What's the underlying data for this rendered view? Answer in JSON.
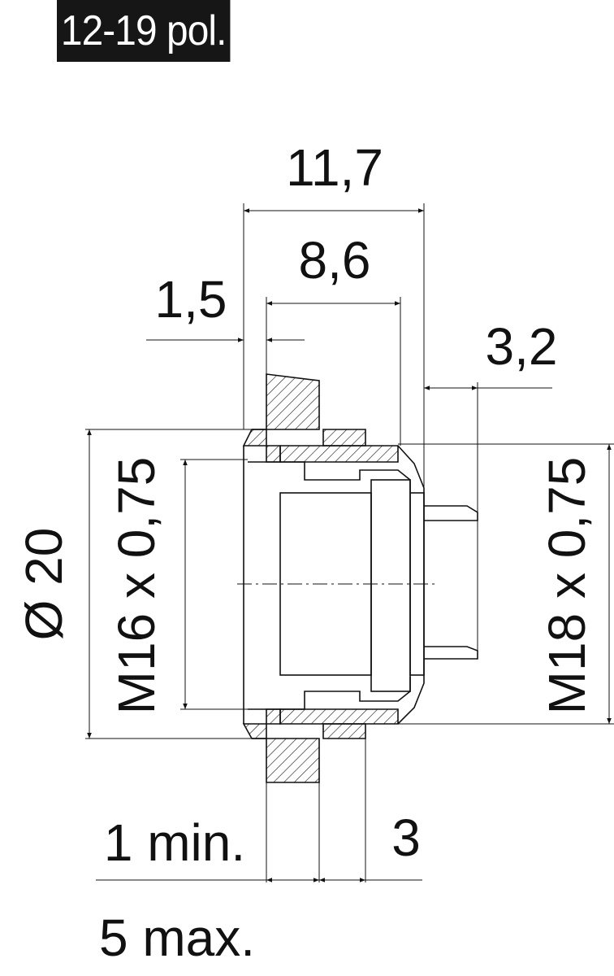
{
  "header": {
    "pole_range": "12-19 pol."
  },
  "dimensions": {
    "width_overall": "11,7",
    "width_inner": "8,6",
    "flange": "1,5",
    "pin_length": "3,2",
    "diameter": "Ø 20",
    "thread_front": "M16 x 0,75",
    "thread_rear": "M18 x 0,75",
    "panel_min": "1 min.",
    "nut": "3",
    "panel_max": "5 max."
  },
  "colors": {
    "ink": "#111111",
    "badge_bg": "#161616",
    "badge_text": "#ffffff"
  }
}
